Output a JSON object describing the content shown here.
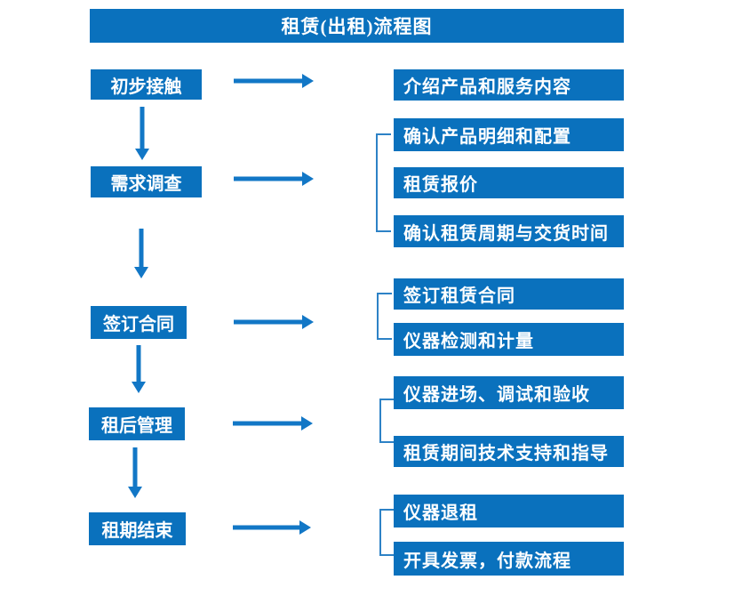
{
  "title": "租赁(出租)流程图",
  "colors": {
    "box_blue": "#0a71bd",
    "arrow_blue": "#1277c6",
    "bracket_blue": "#2d82c6",
    "text_white": "#ffffff"
  },
  "groups": [
    {
      "stage": "初步接触",
      "items": [
        "介绍产品和服务内容"
      ]
    },
    {
      "stage": "需求调查",
      "items": [
        "确认产品明细和配置",
        "租赁报价",
        "确认租赁周期与交货时间"
      ]
    },
    {
      "stage": "签订合同",
      "items": [
        "签订租赁合同",
        "仪器检测和计量"
      ]
    },
    {
      "stage": "租后管理",
      "items": [
        "仪器进场、调试和验收",
        "租赁期间技术支持和指导"
      ]
    },
    {
      "stage": "租期结束",
      "items": [
        "仪器退租",
        "开具发票，付款流程"
      ]
    }
  ]
}
